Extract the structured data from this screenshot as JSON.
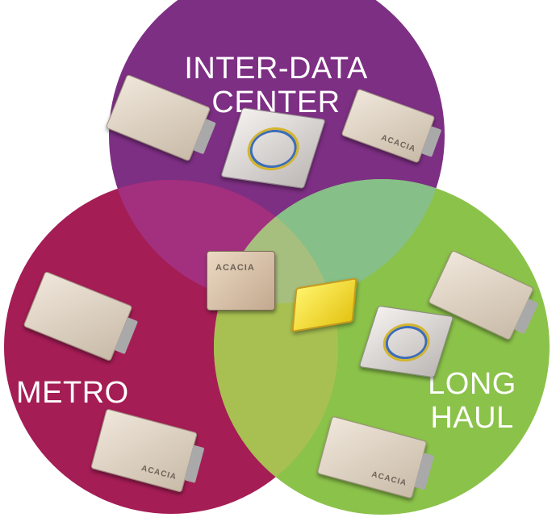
{
  "diagram": {
    "type": "venn",
    "sets": [
      {
        "id": "inter-data-center",
        "label_lines": [
          "INTER-DATA",
          "CENTER"
        ],
        "color": "#7d2f83"
      },
      {
        "id": "metro",
        "label_lines": [
          "METRO"
        ],
        "color": "#a51d55"
      },
      {
        "id": "long-haul",
        "label_lines": [
          "LONG",
          "HAUL"
        ],
        "color": "#8bc24a"
      }
    ],
    "overlap_colors": {
      "inter-metro": "#a3307f",
      "inter-longhaul": "#86bf88",
      "metro-longhaul": "#a8c052",
      "all": "#a7bf7e"
    },
    "logo_text": "ACACIA"
  }
}
